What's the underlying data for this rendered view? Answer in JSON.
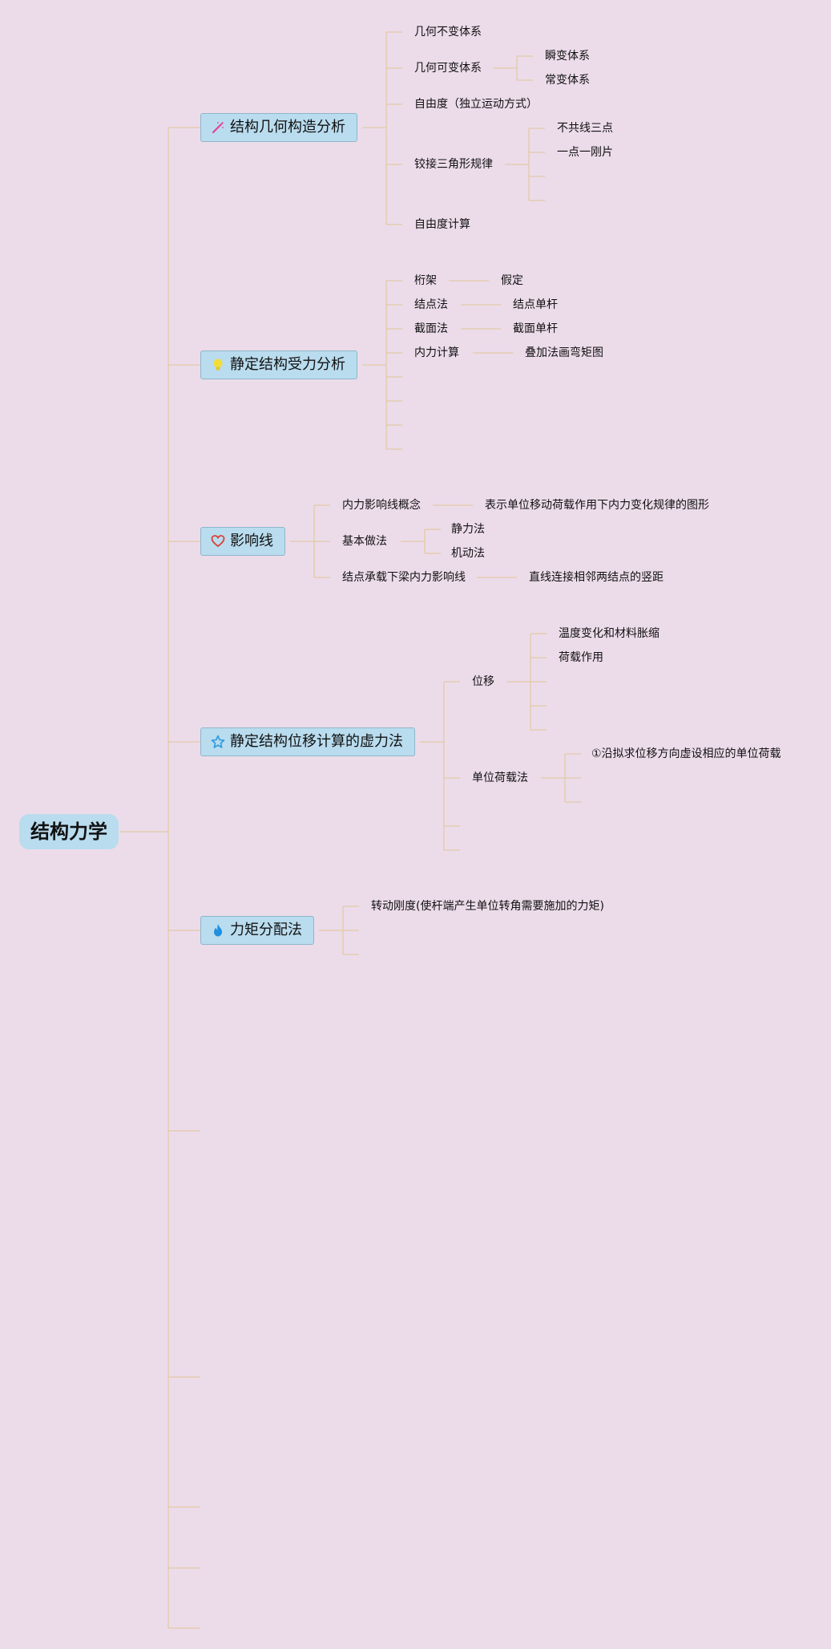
{
  "root": {
    "label": "结构力学"
  },
  "branches": [
    {
      "label": "结构几何构造分析",
      "icon": "magic-wand-icon",
      "items": [
        {
          "label": "几何不变体系"
        },
        {
          "label": "几何可变体系",
          "children": [
            "瞬变体系",
            "常变体系"
          ]
        },
        {
          "label": "自由度（独立运动方式）"
        },
        {
          "label": "铰接三角形规律",
          "children": [
            "不共线三点",
            "一点一刚片"
          ]
        },
        {
          "label": "自由度计算"
        }
      ]
    },
    {
      "label": "静定结构受力分析",
      "icon": "lightbulb-icon",
      "items": [
        {
          "label": "桁架",
          "children": [
            "假定"
          ]
        },
        {
          "label": "结点法",
          "children": [
            "结点单杆"
          ]
        },
        {
          "label": "截面法",
          "children": [
            "截面单杆"
          ]
        },
        {
          "label": "内力计算",
          "children": [
            "叠加法画弯矩图"
          ]
        }
      ]
    },
    {
      "label": "影响线",
      "icon": "heart-icon",
      "items": [
        {
          "label": "内力影响线概念",
          "children": [
            "表示单位移动荷载作用下内力变化规律的图形"
          ]
        },
        {
          "label": "基本做法",
          "children": [
            "静力法",
            "机动法"
          ]
        },
        {
          "label": "结点承载下梁内力影响线",
          "children": [
            "直线连接相邻两结点的竖距"
          ]
        }
      ]
    },
    {
      "label": "静定结构位移计算的虚力法",
      "icon": "star-icon",
      "items": [
        {
          "label": "位移",
          "children": [
            "温度变化和材料胀缩",
            "荷载作用"
          ]
        },
        {
          "label": "单位荷载法",
          "children": [
            "①沿拟求位移方向虚设相应的单位荷载"
          ]
        }
      ]
    },
    {
      "label": "力矩分配法",
      "icon": "flame-icon",
      "items": [
        {
          "label": "转动刚度(使杆端产生单位转角需要施加的力矩)"
        }
      ]
    }
  ],
  "colors": {
    "background": "#ecdcea",
    "node_fill": "#b9dcee",
    "connector": "#e3c9a6",
    "icon_wand": "#e0449a",
    "icon_bulb": "#f2dc3a",
    "icon_heart": "#d9413a",
    "icon_star": "#2b9be0",
    "icon_flame": "#1f8fe0"
  }
}
